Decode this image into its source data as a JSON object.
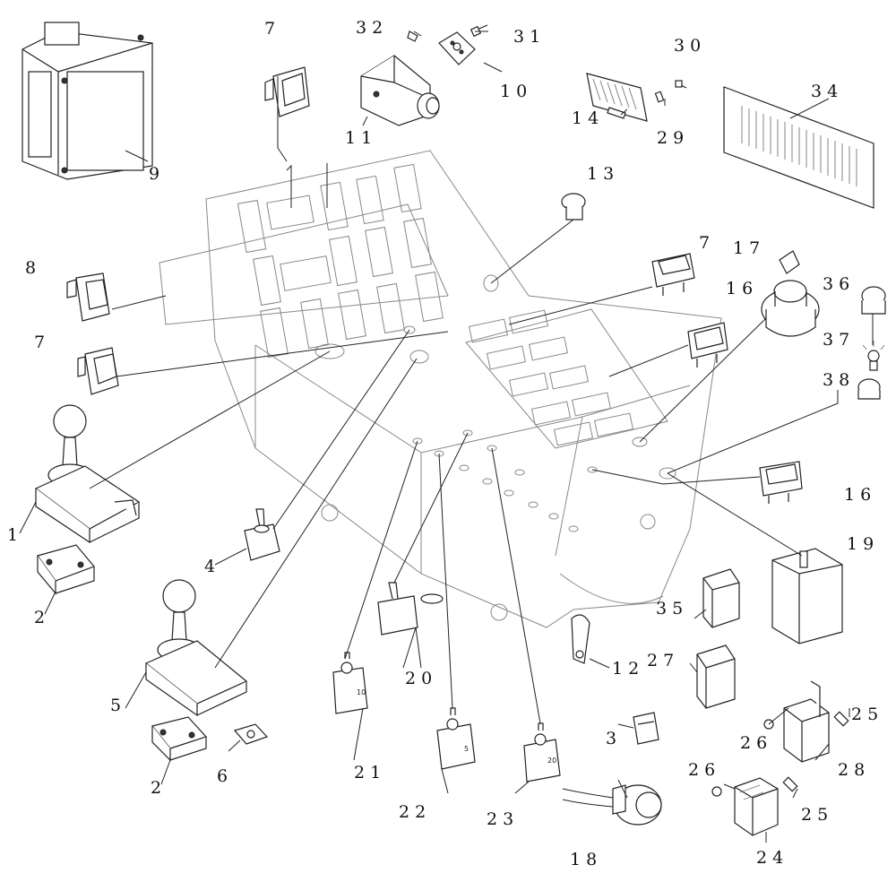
{
  "diagram": {
    "callouts": [
      {
        "id": "c1",
        "text": "1"
      },
      {
        "id": "c2a",
        "text": "2"
      },
      {
        "id": "c2b",
        "text": "2"
      },
      {
        "id": "c3",
        "text": "3"
      },
      {
        "id": "c4",
        "text": "4"
      },
      {
        "id": "c5",
        "text": "5"
      },
      {
        "id": "c6",
        "text": "6"
      },
      {
        "id": "c7a",
        "text": "7"
      },
      {
        "id": "c7b",
        "text": "7"
      },
      {
        "id": "c7c",
        "text": "7"
      },
      {
        "id": "c8",
        "text": "8"
      },
      {
        "id": "c9",
        "text": "9"
      },
      {
        "id": "c10",
        "text": "10"
      },
      {
        "id": "c11",
        "text": "11"
      },
      {
        "id": "c12",
        "text": "12"
      },
      {
        "id": "c13",
        "text": "13"
      },
      {
        "id": "c14",
        "text": "14"
      },
      {
        "id": "c16a",
        "text": "16"
      },
      {
        "id": "c16b",
        "text": "16"
      },
      {
        "id": "c17",
        "text": "17"
      },
      {
        "id": "c18",
        "text": "18"
      },
      {
        "id": "c19",
        "text": "19"
      },
      {
        "id": "c20",
        "text": "20"
      },
      {
        "id": "c21",
        "text": "21"
      },
      {
        "id": "c22",
        "text": "22"
      },
      {
        "id": "c23",
        "text": "23"
      },
      {
        "id": "c24",
        "text": "24"
      },
      {
        "id": "c25a",
        "text": "25"
      },
      {
        "id": "c25b",
        "text": "25"
      },
      {
        "id": "c26a",
        "text": "26"
      },
      {
        "id": "c26b",
        "text": "26"
      },
      {
        "id": "c27",
        "text": "27"
      },
      {
        "id": "c28",
        "text": "28"
      },
      {
        "id": "c29",
        "text": "29"
      },
      {
        "id": "c30",
        "text": "30"
      },
      {
        "id": "c31",
        "text": "31"
      },
      {
        "id": "c32",
        "text": "32"
      },
      {
        "id": "c34",
        "text": "34"
      },
      {
        "id": "c35",
        "text": "35"
      },
      {
        "id": "c36",
        "text": "36"
      },
      {
        "id": "c37",
        "text": "37"
      },
      {
        "id": "c38",
        "text": "38"
      }
    ],
    "breaker_ratings": {
      "b21": "10",
      "b22": "5",
      "b23": "20"
    }
  }
}
